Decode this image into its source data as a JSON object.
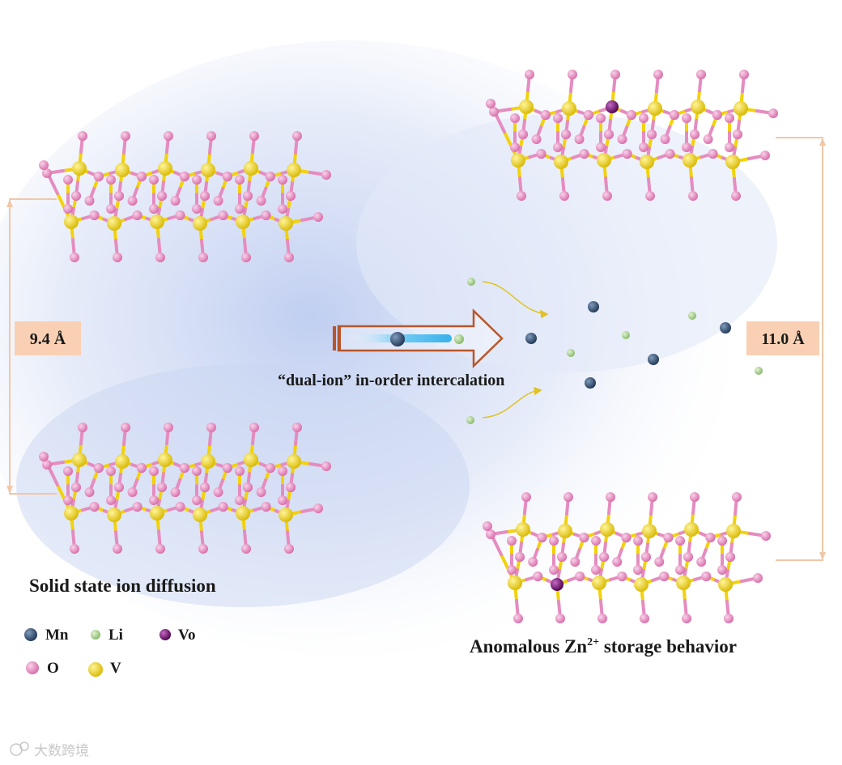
{
  "labels": {
    "left_caption": "Solid state ion diffusion",
    "right_caption_main": "Anomalous Zn",
    "right_caption_sup": "2+",
    "right_caption_tail": " storage behavior",
    "center_caption": "“dual-ion” in-order intercalation",
    "left_spacing": "9.4 Å",
    "right_spacing": "11.0 Å"
  },
  "legend": [
    {
      "symbol": "Mn",
      "color": "#2e4a6b"
    },
    {
      "symbol": "Li",
      "color": "#a9cf8f"
    },
    {
      "symbol": "Vo",
      "color": "#6e0a6e"
    },
    {
      "symbol": "O",
      "color": "#e58cc0"
    },
    {
      "symbol": "V",
      "color": "#f2d20a"
    }
  ],
  "watermark": "大数跨境",
  "colors": {
    "oxygen": "#e58cc0",
    "vanadium": "#f2d20a",
    "manganese": "#2e4a6b",
    "lithium": "#a9cf8f",
    "vacancy": "#6e0a6e",
    "bracket": "#f2c7a7",
    "dim_box": "#f9d0b4",
    "arrow_outline": "#b8562a"
  }
}
